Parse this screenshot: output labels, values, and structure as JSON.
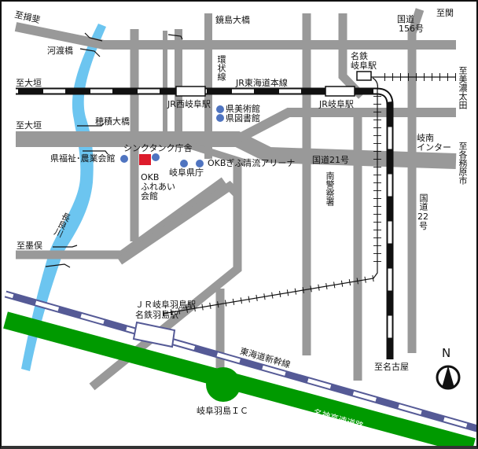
{
  "colors": {
    "road": "#999999",
    "river": "#6cc5f0",
    "expressway": "#009a00",
    "shinkansen": "#555a96",
    "target": "#dd1c2c",
    "poi": "#4f74c0"
  },
  "labels": {
    "to_ibi": "至揖斐",
    "kawato_bridge": "河渡橋",
    "to_ogaki_1": "至大垣",
    "to_ogaki_2": "至大垣",
    "hozumi_bridge": "穂積大橋",
    "kagashima_bridge": "鏡島大橋",
    "ring_road": "環状線",
    "jr_nishigifu": "JR西岐阜駅",
    "jr_tokaido": "JR東海道本線",
    "jr_gifu": "JR岐阜駅",
    "meitetsu_gifu_1": "名鉄",
    "meitetsu_gifu_2": "岐阜駅",
    "route156_1": "国道",
    "route156_2": "156号",
    "to_seki": "至関",
    "to_mino_ota": "至美濃太田",
    "museum": "県美術館",
    "library": "県図書館",
    "thinktank": "シンクタンク庁舎",
    "welfare_hall": "県福祉･農業会館",
    "okb_arena": "OKBぎふ清流アリーナ",
    "pref_office": "岐阜県庁",
    "okb_fureai_1": "OKB",
    "okb_fureai_2": "ふれあい",
    "okb_fureai_3": "会館",
    "route21": "国道21号",
    "minami_police": "南警察署",
    "ginan_ic_1": "岐南",
    "ginan_ic_2": "インター",
    "to_kakamigahara": "至各務原市",
    "route22_1": "国道",
    "route22_2": "22",
    "route22_3": "号",
    "nagara_river": "長良川",
    "to_sunomata": "至墨俣",
    "hashima_station_1": "ＪＲ岐阜羽島駅",
    "hashima_station_2": "名鉄羽島駅",
    "shinkansen": "東海道新幹線",
    "to_nagoya": "至名古屋",
    "gifu_hashima_ic": "岐阜羽島ＩＣ",
    "meishin": "名神高速道路",
    "north": "N"
  }
}
